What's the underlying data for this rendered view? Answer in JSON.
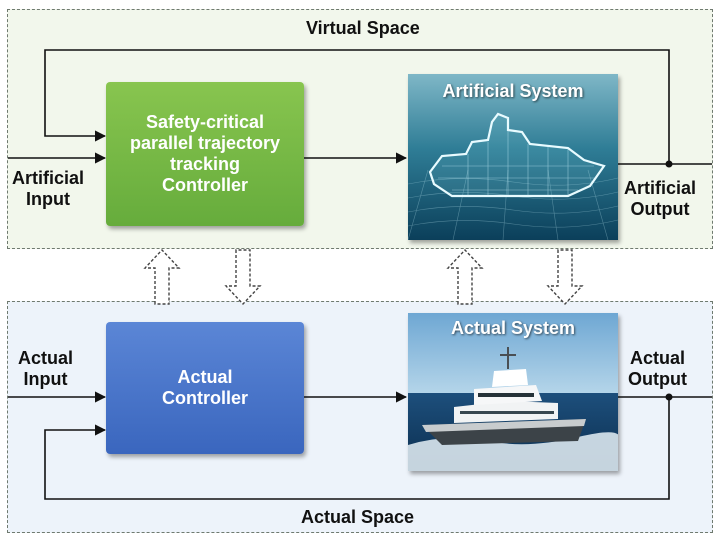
{
  "virtual_space": {
    "title": "Virtual Space",
    "controller_label": "Safety-critical\nparallel trajectory\ntracking\nController",
    "system_label": "Artificial System",
    "input_label": "Artificial\nInput",
    "output_label": "Artificial\nOutput"
  },
  "actual_space": {
    "title": "Actual Space",
    "controller_label": "Actual\nController",
    "system_label": "Actual System",
    "input_label": "Actual\nInput",
    "output_label": "Actual\nOutput"
  },
  "colors": {
    "virtual_background": "#f2f7ec",
    "actual_background": "#edf3fa",
    "green_block": "#6db240",
    "blue_block": "#4472c4",
    "lines": "#111111"
  },
  "icons": {
    "artificial_system": "wireframe-ship-on-ocean",
    "actual_system": "ship-photo",
    "exchange_up": "dashed-up-arrow",
    "exchange_down": "dashed-down-arrow"
  }
}
